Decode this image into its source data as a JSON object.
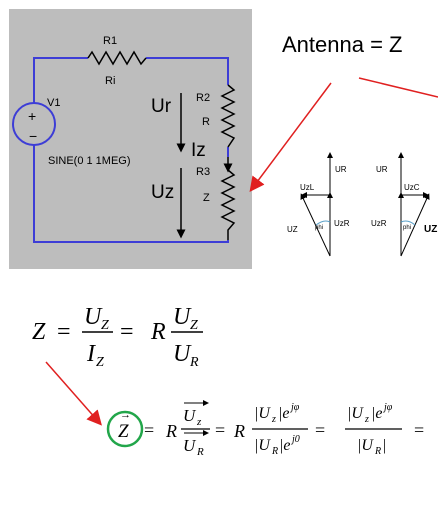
{
  "title": "Antenna = Z",
  "circuit": {
    "r1_label": "R1",
    "ri_label": "Ri",
    "v1_label": "V1",
    "plus_sign": "+",
    "minus_sign": "−",
    "source_label": "SINE(0 1 1MEG)",
    "r2_label": "R2",
    "r_label": "R",
    "r3_label": "R3",
    "z_label": "Z",
    "ur_label": "Ur",
    "iz_label": "Iz",
    "uz_label": "Uz"
  },
  "phasor_left": {
    "ur": "UR",
    "uzl": "UzL",
    "uzr": "UzR",
    "uz": "UZ",
    "phi": "phi"
  },
  "phasor_right": {
    "ur": "UR",
    "uzc": "UzC",
    "uzr": "UzR",
    "uz": "UZ",
    "phi": "phi"
  },
  "formula1": {
    "lhs": "Z",
    "eq1": "=",
    "num1": "U",
    "num1_sub": "Z",
    "den1": "I",
    "den1_sub": "Z",
    "eq2": "=",
    "coef": "R",
    "num2": "U",
    "num2_sub": "Z",
    "den2": "U",
    "den2_sub": "R"
  },
  "formula2": {
    "lhs": "Z",
    "lhs_arrow": "→",
    "eq1": "=",
    "coef1": "R",
    "frac1_num": "U",
    "frac1_num_sub": "z",
    "frac1_den": "U",
    "frac1_den_sub": "R",
    "eq2": "=",
    "coef2": "R",
    "frac2_num": "|U",
    "frac2_num_sub": "z",
    "frac2_num_tail": "|e",
    "frac2_num_exp": "jφ",
    "frac2_den": "|U",
    "frac2_den_sub": "R",
    "frac2_den_tail": "|e",
    "frac2_den_exp": "j0",
    "eq3": "=",
    "frac3_num": "|U",
    "frac3_num_sub": "z",
    "frac3_num_tail": "|e",
    "frac3_num_exp": "jφ",
    "frac3_den": "|U",
    "frac3_den_sub": "R",
    "frac3_den_tail": "|",
    "eq4": "="
  },
  "colors": {
    "wire": "#3d3dd6",
    "panel": "#bdbdbd",
    "arrow": "#e02020",
    "circle": "#22a64a"
  }
}
